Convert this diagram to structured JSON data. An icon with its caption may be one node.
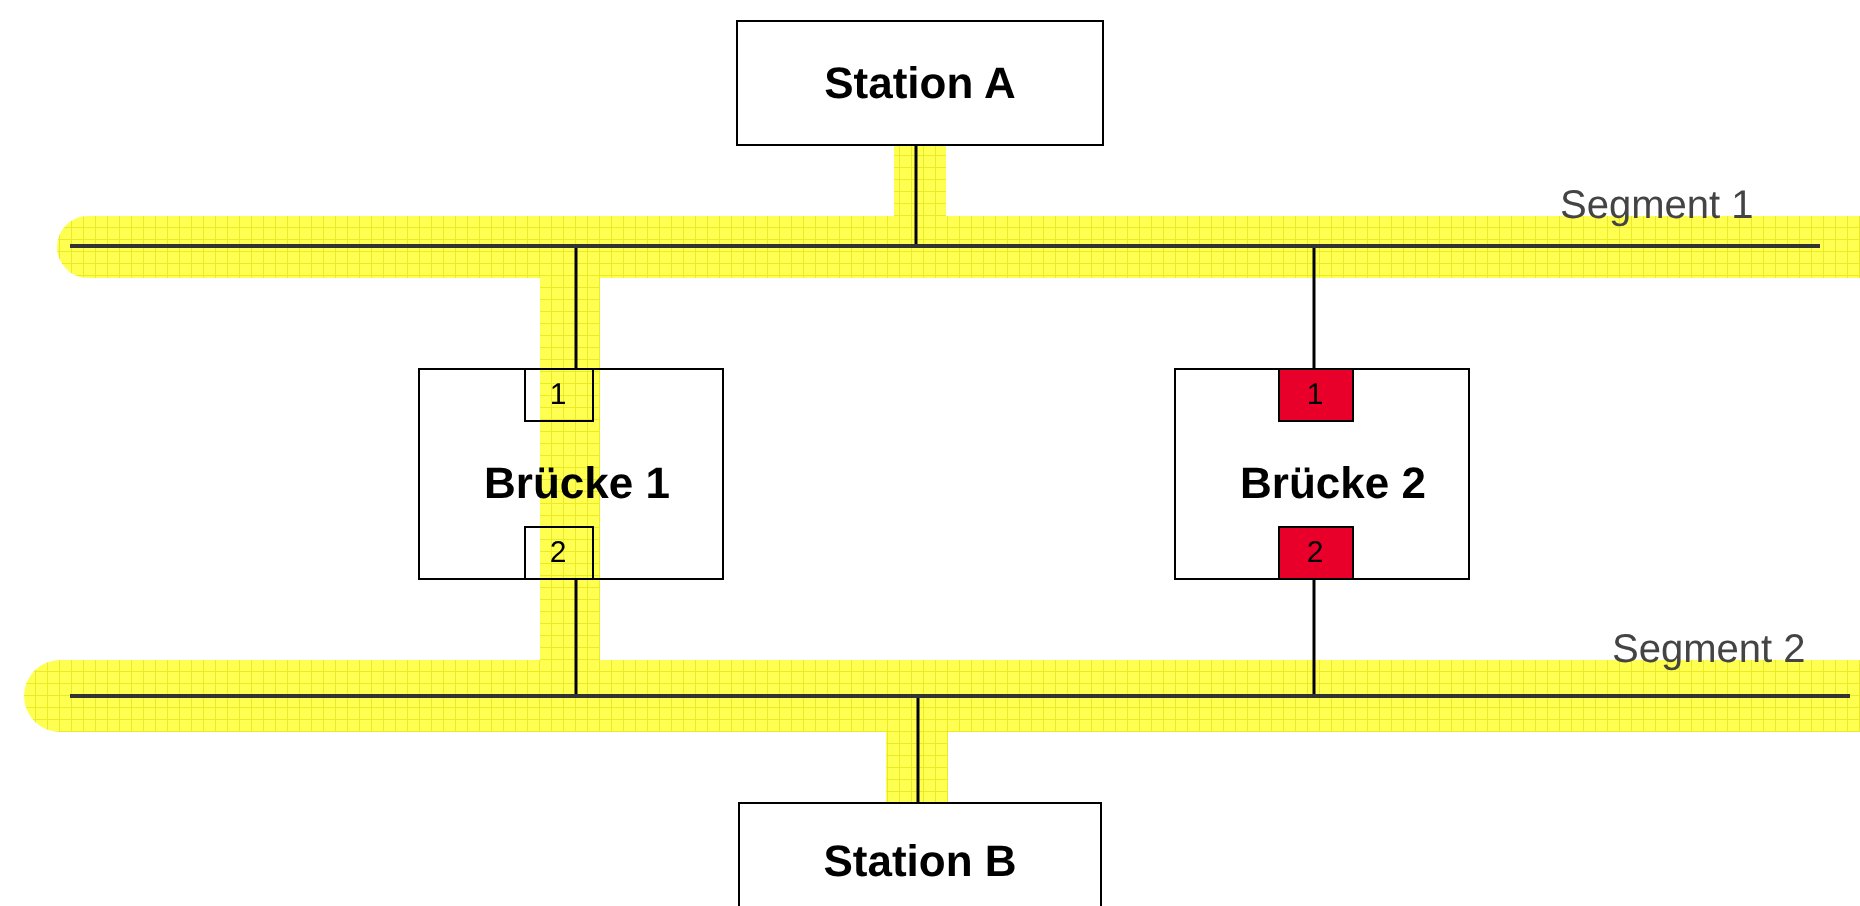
{
  "diagram": {
    "nodes": [
      {
        "text": [
          "Station A"
        ]
      },
      {
        "text": [],
        "shape": "bar",
        "beside": [
          "Segment 1"
        ]
      },
      {
        "text": [
          "Brücke 1"
        ]
      },
      {
        "text": [
          "1"
        ],
        "in": 2
      },
      {
        "text": [
          "2"
        ],
        "in": 2
      },
      {
        "text": [
          "Brücke 2"
        ]
      },
      {
        "text": [
          "1"
        ],
        "in": 5
      },
      {
        "text": [
          "2"
        ],
        "in": 5
      },
      {
        "text": [],
        "shape": "bar",
        "beside": [
          "Segment 2"
        ]
      },
      {
        "text": [
          "Station B"
        ]
      }
    ],
    "edges": [
      {
        "from": 0,
        "to": 1,
        "arrow": "none"
      },
      {
        "from": 1,
        "to": 3,
        "arrow": "none"
      },
      {
        "from": 4,
        "to": 8,
        "arrow": "none"
      },
      {
        "from": 1,
        "to": 6,
        "arrow": "none"
      },
      {
        "from": 7,
        "to": 8,
        "arrow": "none"
      },
      {
        "from": 8,
        "to": 9,
        "arrow": "none"
      }
    ]
  }
}
